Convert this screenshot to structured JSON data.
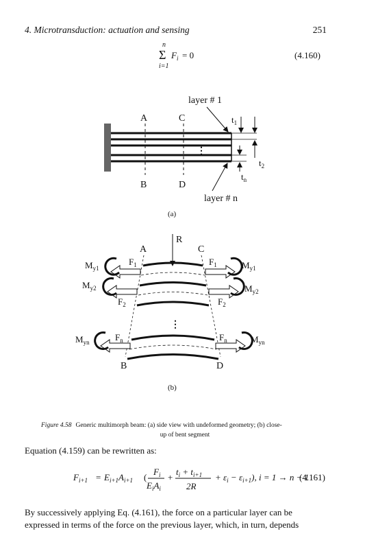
{
  "header": {
    "chapter": "4. Microtransduction: actuation and sensing",
    "page_number": "251"
  },
  "equation_4160": {
    "sum_top": "n",
    "sum_body": "F",
    "sum_sub": "i",
    "sum_rhs": "= 0",
    "sum_bottom": "i=1",
    "number": "(4.160)"
  },
  "figure_a": {
    "label_A": "A",
    "label_B": "B",
    "label_C": "C",
    "label_D": "D",
    "layer_top": "layer # 1",
    "layer_bottom": "layer # n",
    "dots": "⋮",
    "t1": "t",
    "t1_sub": "1",
    "t2": "t",
    "t2_sub": "2",
    "tn": "t",
    "tn_sub": "n",
    "sublabel": "(a)"
  },
  "figure_b": {
    "label_R": "R",
    "label_A": "A",
    "label_B": "B",
    "label_C": "C",
    "label_D": "D",
    "dots": "⋮",
    "M": "M",
    "F": "F",
    "sub_y1": "y1",
    "sub_y2": "y2",
    "sub_yn": "yn",
    "sub_1": "1",
    "sub_2": "2",
    "sub_n": "n",
    "sublabel": "(b)"
  },
  "caption": {
    "label": "Figure 4.58",
    "line1": "Generic multimorph beam: (a) side view with undeformed geometry; (b) close-",
    "line2": "up of bent segment"
  },
  "text": {
    "rewritten": "Equation (4.159) can be rewritten as:",
    "para_line1": "By successively applying Eq. (4.161), the force on a particular layer can be",
    "para_line2": "expressed in terms of the force on the previous layer, which, in turn, depends"
  },
  "equation_4161": {
    "lhs": "F",
    "lhs_sub": "i+1",
    "eq": "=",
    "E": "E",
    "E_sub": "i+1",
    "A": "A",
    "A_sub": "i+1",
    "open": "(",
    "frac1_num": "F",
    "frac1_num_sub": "i",
    "frac1_den": "E",
    "frac1_den_sub": "i",
    "frac1_den2": "A",
    "frac1_den2_sub": "i",
    "plus1": "+",
    "frac2_num": "t",
    "frac2_num_sub": "i",
    "frac2_num_mid": " + t",
    "frac2_num_sub2": "i+1",
    "frac2_den": "2R",
    "tail": "+ ε",
    "tail_sub": "i",
    "minus": " − ε",
    "minus_sub": "i+1",
    "close": "), i = 1 → n − 1",
    "number": "(4.161)"
  }
}
